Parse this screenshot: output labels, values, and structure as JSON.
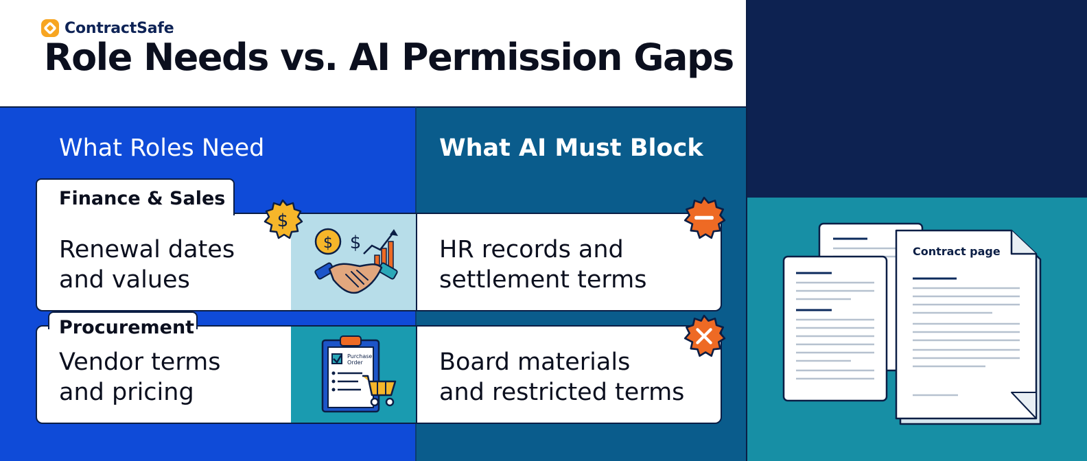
{
  "brand": {
    "name": "ContractSafe",
    "accent": "#f7a521"
  },
  "title": "Role Needs vs. AI Permission Gaps",
  "columns": {
    "left_heading": "What Roles Need",
    "right_heading": "What AI Must Block"
  },
  "roles": [
    {
      "tab": "Finance & Sales",
      "needs": [
        "Renewal dates",
        "and values"
      ],
      "badge": "dollar-badge",
      "illustration": "handshake-icon"
    },
    {
      "tab": "Procurement",
      "needs": [
        "Vendor terms",
        "and pricing"
      ],
      "illustration": "purchase-order-icon"
    }
  ],
  "blocks": [
    {
      "lines": [
        "HR records and",
        "settlement terms"
      ],
      "badge": "minus-badge"
    },
    {
      "lines": [
        "Board materials",
        "and restricted terms"
      ],
      "badge": "x-badge"
    }
  ],
  "illustration_labels": {
    "purchase_order": [
      "Purchase",
      "Order"
    ],
    "contract_page": "Contract page"
  },
  "colors": {
    "left_bg": "#0f4bd8",
    "mid_bg": "#0a5c8c",
    "right_top_bg": "#0d2251",
    "right_bottom_bg": "#178fa5",
    "badge_gold": "#f6b62a",
    "badge_orange": "#ee6a24"
  }
}
